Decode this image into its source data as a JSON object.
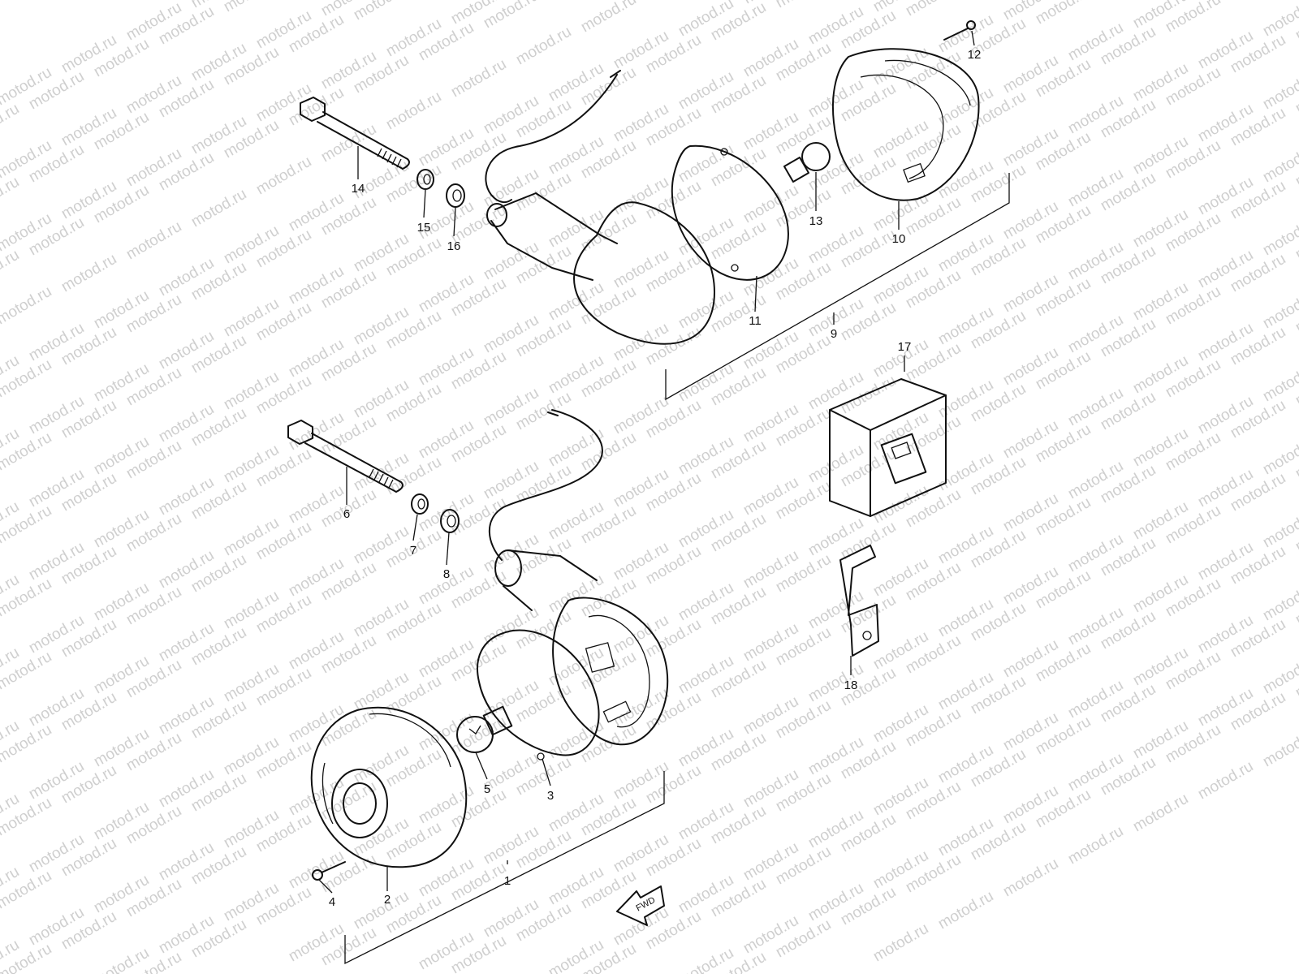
{
  "watermark": "motod.ru",
  "direction_label": "FWD",
  "parts": [
    {
      "no": "1"
    },
    {
      "no": "2"
    },
    {
      "no": "3"
    },
    {
      "no": "4"
    },
    {
      "no": "5"
    },
    {
      "no": "6"
    },
    {
      "no": "7"
    },
    {
      "no": "8"
    },
    {
      "no": "9"
    },
    {
      "no": "10"
    },
    {
      "no": "11"
    },
    {
      "no": "12"
    },
    {
      "no": "13"
    },
    {
      "no": "14"
    },
    {
      "no": "15"
    },
    {
      "no": "16"
    },
    {
      "no": "17"
    },
    {
      "no": "18"
    }
  ]
}
